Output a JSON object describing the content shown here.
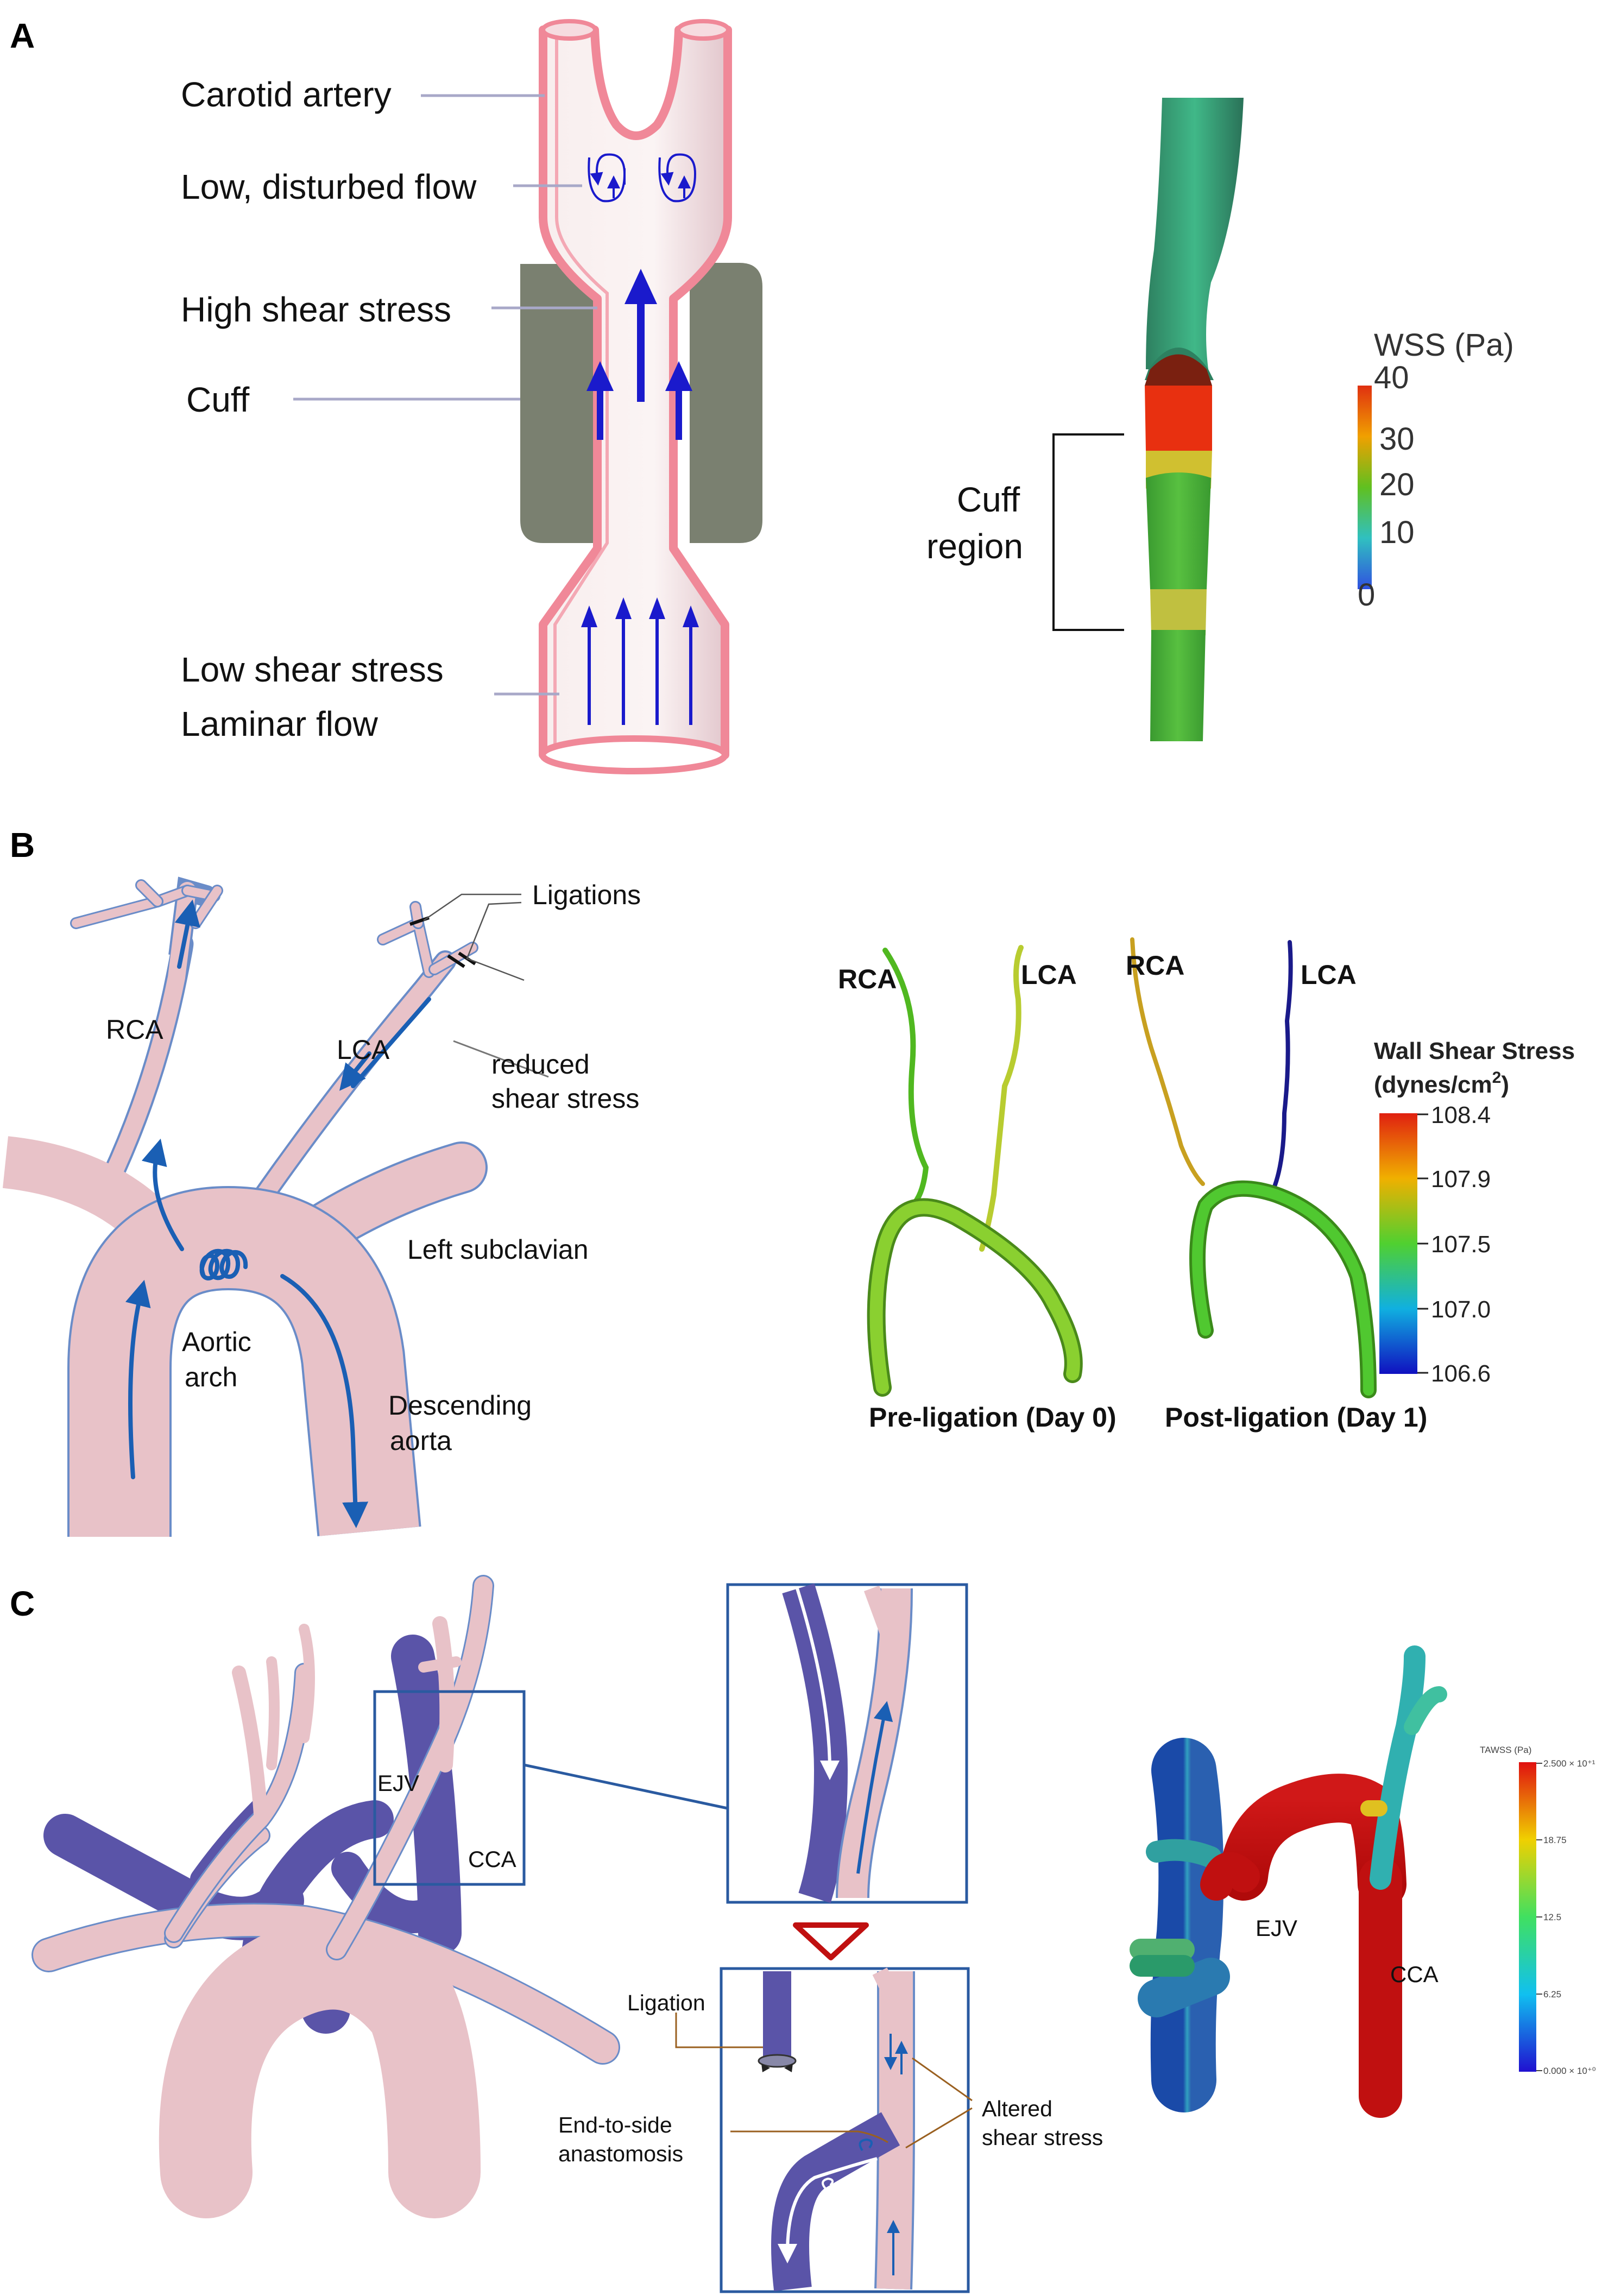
{
  "panels": {
    "a": {
      "letter": "A",
      "labels": {
        "carotid_artery": "Carotid artery",
        "low_disturbed_flow": "Low, disturbed flow",
        "high_shear_stress": "High shear stress",
        "cuff": "Cuff",
        "low_shear_stress": "Low shear stress",
        "laminar_flow": "Laminar flow",
        "cuff_region_1": "Cuff",
        "cuff_region_2": "region"
      },
      "colorbar": {
        "title": "WSS (Pa)",
        "ticks": [
          "40",
          "30",
          "20",
          "10",
          "0"
        ]
      }
    },
    "b": {
      "letter": "B",
      "labels": {
        "ligations": "Ligations",
        "rca": "RCA",
        "lca": "LCA",
        "reduced_1": "reduced",
        "reduced_2": "shear stress",
        "left_subclavian": "Left subclavian",
        "aortic_1": "Aortic",
        "aortic_2": "arch",
        "descending_1": "Descending",
        "descending_2": "aorta",
        "model_rca_pre": "RCA",
        "model_lca_pre": "LCA",
        "model_rca_post": "RCA",
        "model_lca_post": "LCA",
        "pre_ligation": "Pre-ligation (Day 0)",
        "post_ligation": "Post-ligation (Day 1)"
      },
      "colorbar": {
        "title_1": "Wall Shear Stress",
        "title_2_base": "(dynes/cm",
        "title_2_sup": "2",
        "title_2_end": ")",
        "ticks": [
          "108.4",
          "107.9",
          "107.5",
          "107.0",
          "106.6"
        ]
      }
    },
    "c": {
      "letter": "C",
      "labels": {
        "ejv": "EJV",
        "cca": "CCA",
        "ligation": "Ligation",
        "end_to_side_1": "End-to-side",
        "end_to_side_2": "anastomosis",
        "altered_1": "Altered",
        "altered_2": "shear stress",
        "model_ejv": "EJV",
        "model_cca": "CCA"
      },
      "colorbar": {
        "title": "TAWSS (Pa)",
        "ticks": [
          "2.500 × 10⁺¹",
          "18.75",
          "12.5",
          "6.25",
          "0.000 × 10⁺⁰"
        ]
      }
    }
  },
  "colors": {
    "vessel_pink": "#e8c2c8",
    "vessel_edge": "#6a8cc8",
    "vein_purple": "#5a54a8",
    "flow_blue": "#1a1acc",
    "arrow_blue": "#1a5fb4",
    "cuff_gray": "#7a8070",
    "leader_line": "#a8a8c8",
    "annotation_brown": "#9a6020",
    "callout_red": "#c01010"
  }
}
